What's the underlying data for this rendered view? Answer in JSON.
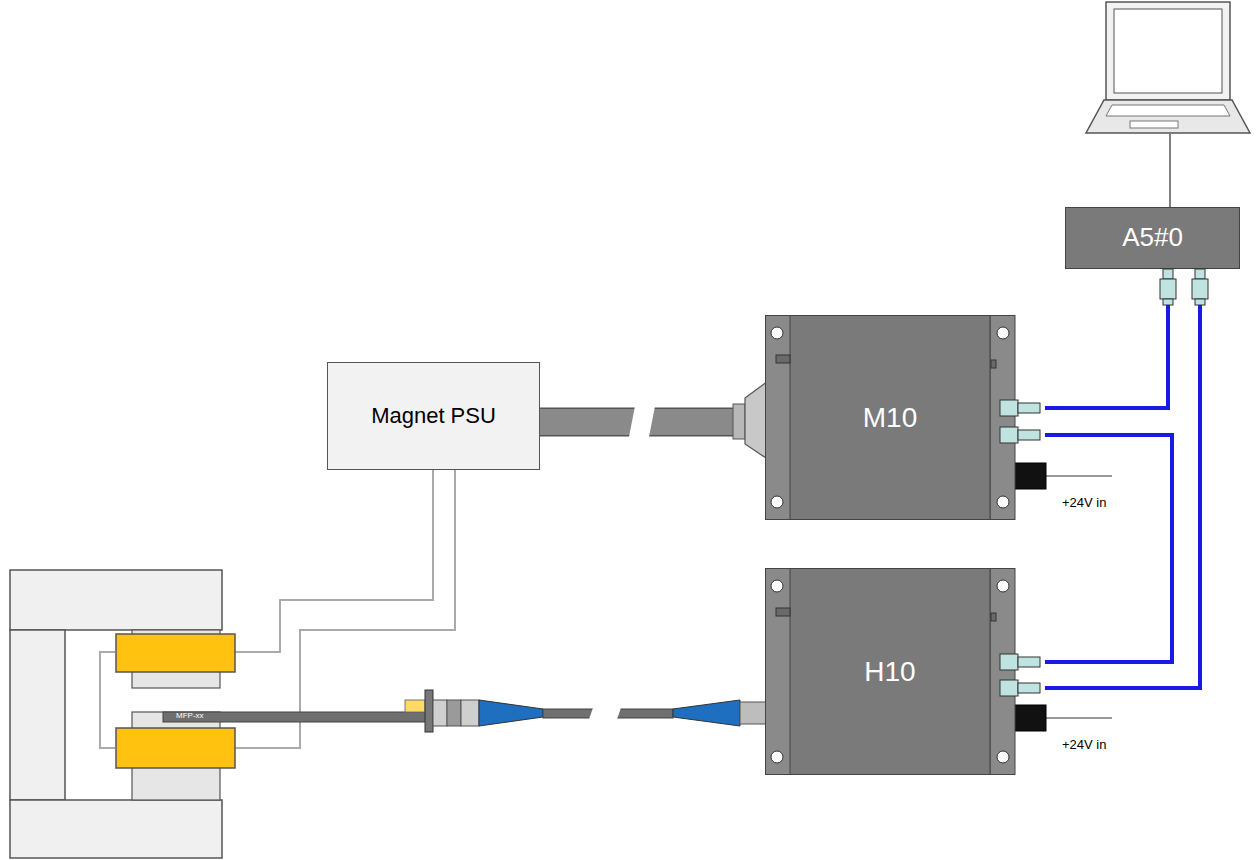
{
  "diagram": {
    "nodes": [
      {
        "text": [
          "A5#0"
        ]
      },
      {
        "text": [
          "Magnet PSU"
        ]
      },
      {
        "text": [
          "M10"
        ]
      },
      {
        "text": [
          "H10"
        ]
      }
    ],
    "edges": [
      {
        "from": 1,
        "to": 2,
        "arrow": "none"
      },
      {
        "from": 2,
        "to": 0,
        "arrow": "none"
      },
      {
        "from": 2,
        "to": 3,
        "arrow": "none"
      },
      {
        "from": 3,
        "to": 0,
        "arrow": "none"
      }
    ],
    "labels": [
      "+24V in",
      "+24V in",
      "MFP-xx"
    ]
  }
}
